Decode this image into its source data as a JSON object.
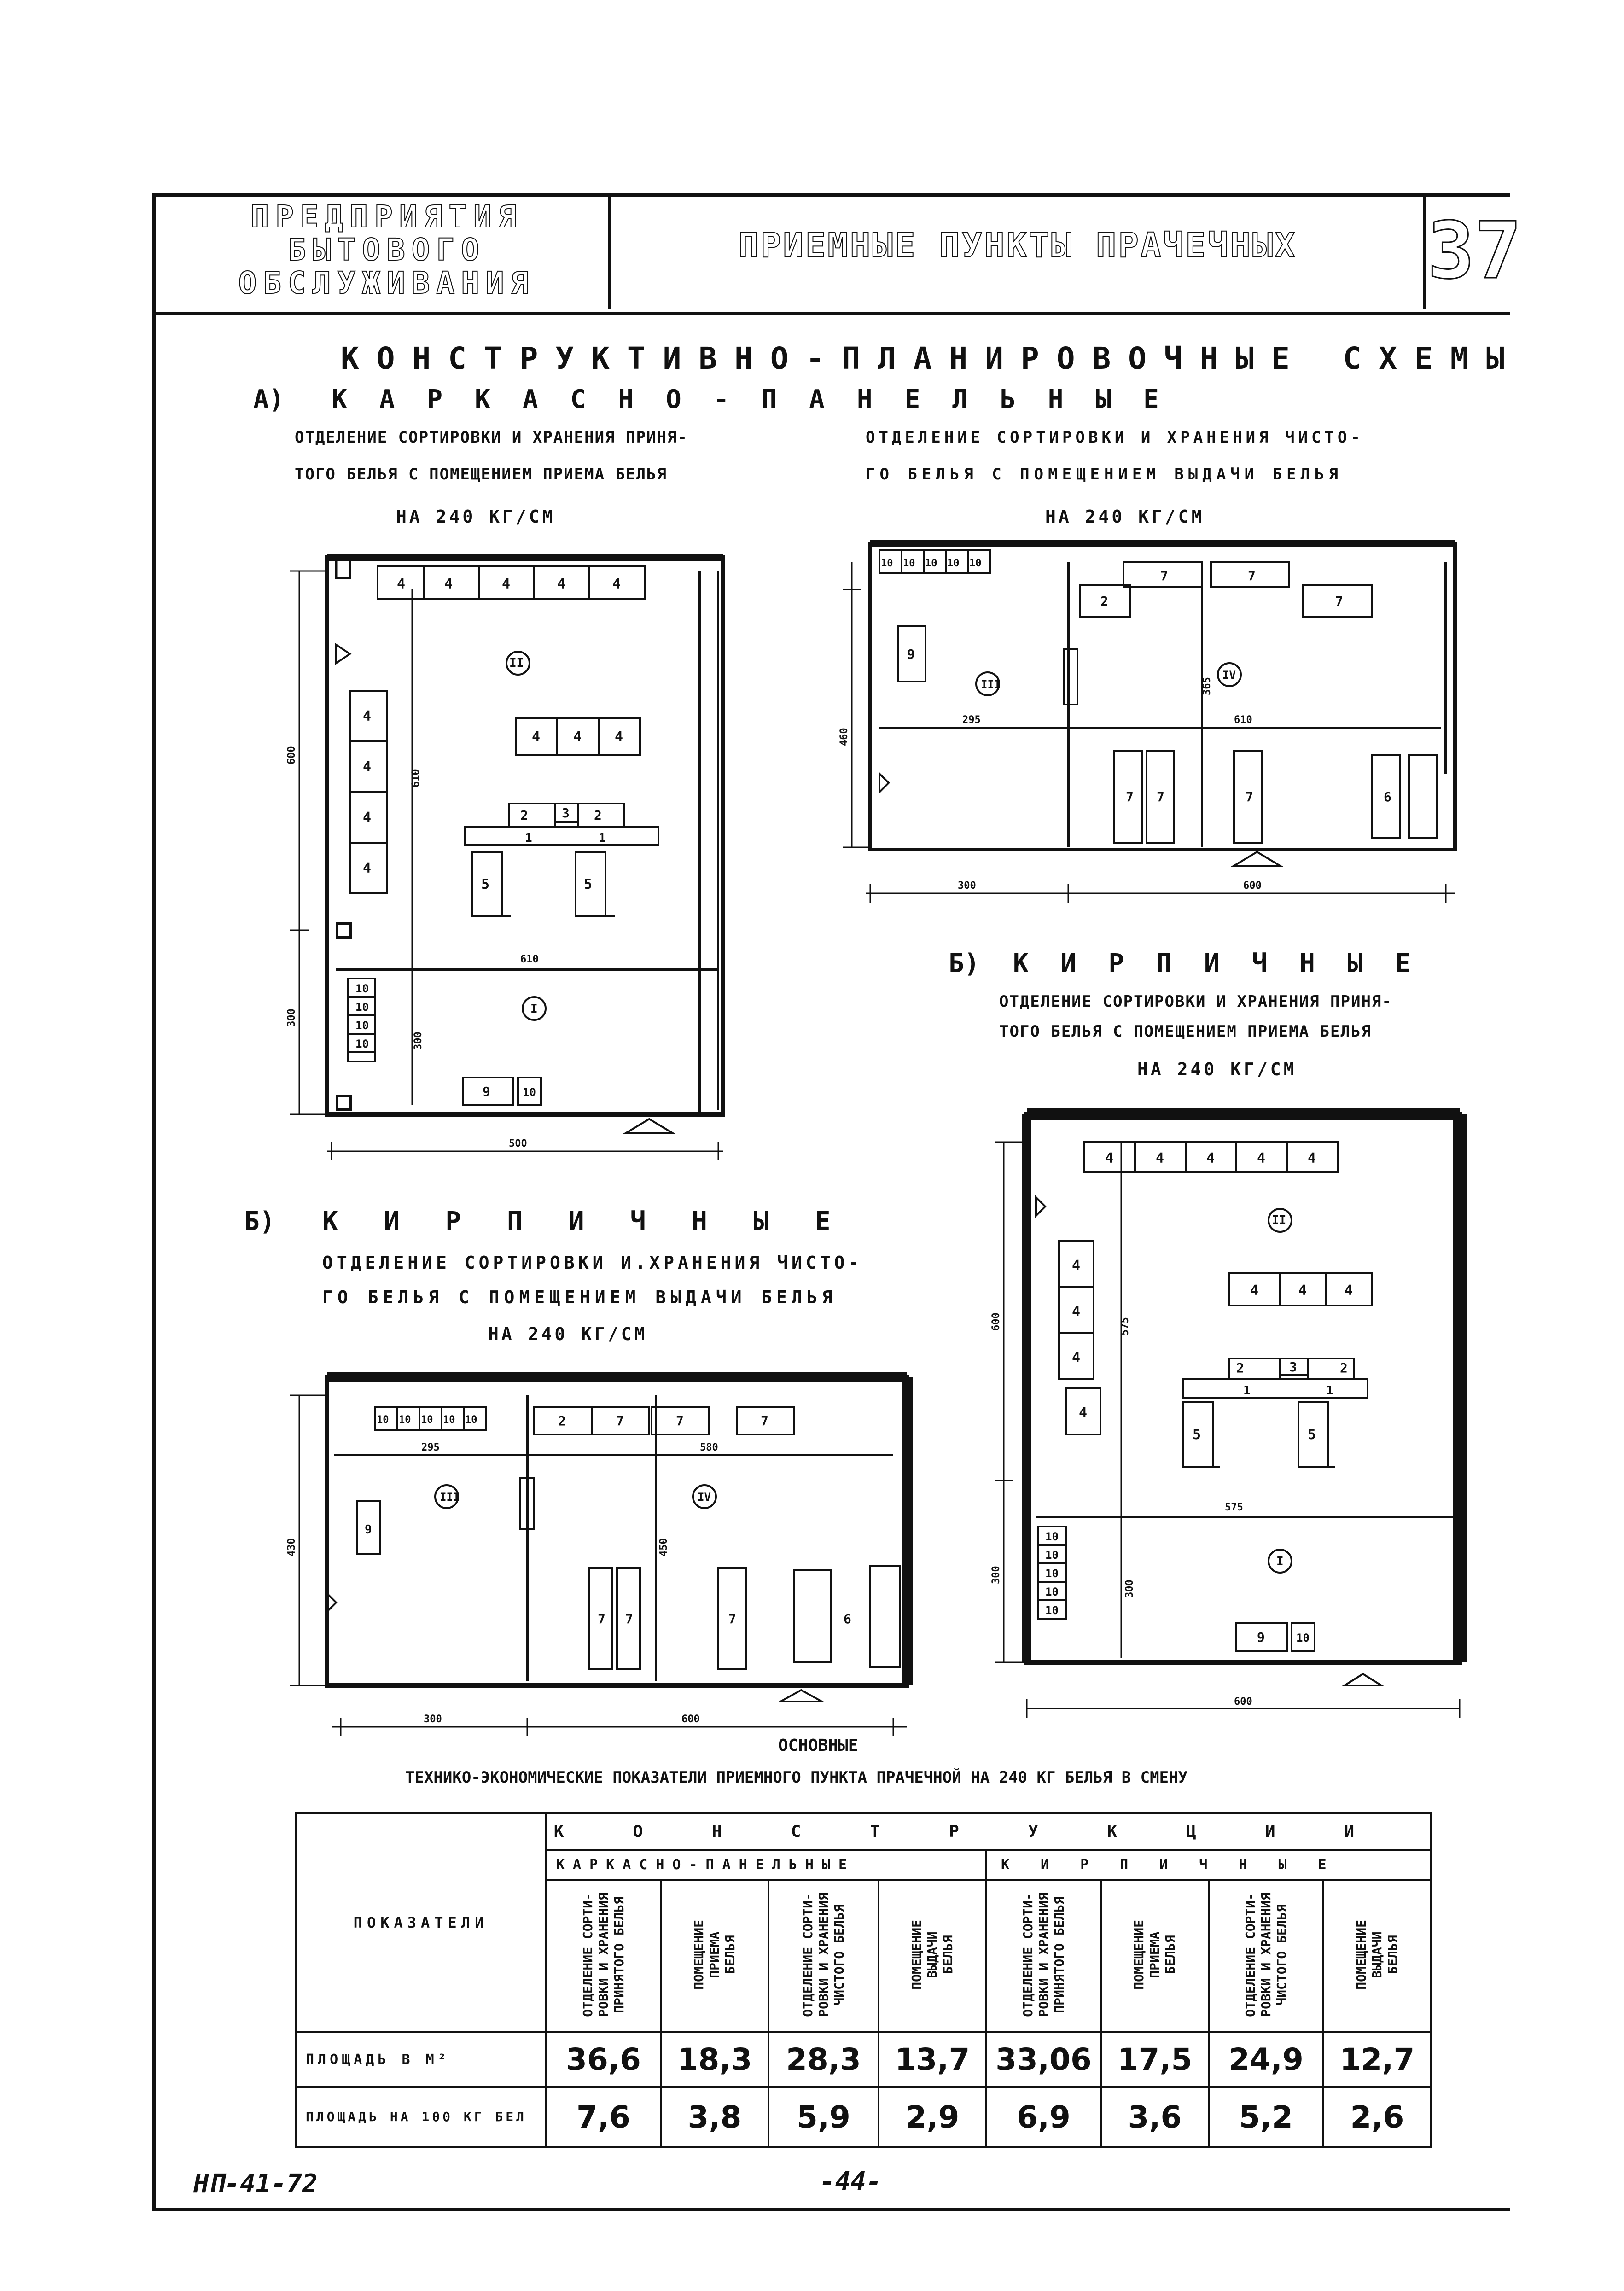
{
  "header": {
    "logo_line1": "ПРЕДПРИЯТИЯ",
    "logo_line2": "БЫТОВОГО",
    "logo_line3": "ОБСЛУЖИВАНИЯ",
    "title": "ПРИЕМНЫЕ ПУНКТЫ ПРАЧЕЧНЫХ",
    "page_number": "37"
  },
  "main_title": "КОНСТРУКТИВНО-ПЛАНИРОВОЧНЫЕ СХЕМЫ",
  "section_a": {
    "label": "А)",
    "title": "КАРКАСНО-ПАНЕЛЬНЫЕ",
    "plan1_caption_l1": "ОТДЕЛЕНИЕ СОРТИРОВКИ И ХРАНЕНИЯ ПРИНЯ-",
    "plan1_caption_l2": "ТОГО БЕЛЬЯ С ПОМЕЩЕНИЕМ ПРИЕМА БЕЛЬЯ",
    "plan1_capacity": "НА 240 КГ/СМ",
    "plan2_caption_l1": "ОТДЕЛЕНИЕ СОРТИРОВКИ И ХРАНЕНИЯ ЧИСТО-",
    "plan2_caption_l2": "ГО БЕЛЬЯ С ПОМЕЩЕНИЕМ ВЫДАЧИ БЕЛЬЯ",
    "plan2_capacity": "НА 240 КГ/СМ"
  },
  "section_b_right": {
    "label": "Б)",
    "title": "КИРПИЧНЫЕ",
    "caption_l1": "ОТДЕЛЕНИЕ СОРТИРОВКИ И ХРАНЕНИЯ ПРИНЯ-",
    "caption_l2": "ТОГО БЕЛЬЯ С ПОМЕЩЕНИЕМ ПРИЕМА БЕЛЬЯ",
    "capacity": "НА 240 КГ/СМ"
  },
  "section_b_left": {
    "label": "Б)",
    "title": "КИРПИЧНЫЕ",
    "caption_l1": "ОТДЕЛЕНИЕ СОРТИРОВКИ И.ХРАНЕНИЯ ЧИСТО-",
    "caption_l2": "ГО БЕЛЬЯ С ПОМЕЩЕНИЕМ ВЫДАЧИ БЕЛЬЯ",
    "capacity": "НА 240 КГ/СМ"
  },
  "plan_a1": {
    "dims": {
      "total_h": "600",
      "upper_h": "610",
      "lower_h": "300",
      "lower_inner": "300",
      "width": "500",
      "room_w": "610"
    },
    "rooms": {
      "upper": "II",
      "lower": "I"
    },
    "items": {
      "shelf": "4",
      "table1": "1",
      "table2": "2",
      "table3": "3",
      "cabinet": "5",
      "rack": "10",
      "desk": "9"
    }
  },
  "plan_a2": {
    "dims": {
      "height": "460",
      "left_w": "295",
      "right_w": "610",
      "mid_h": "365",
      "bottom_left": "300",
      "bottom_right": "600"
    },
    "rooms": {
      "left": "III",
      "right": "IV"
    },
    "items": {
      "rack": "10",
      "desk2": "2",
      "shelf7": "7",
      "desk9": "9",
      "unit6": "6"
    }
  },
  "plan_b1": {
    "dims": {
      "height": "430",
      "left_w": "295",
      "right_w": "580",
      "inner_h": "450",
      "bottom_left": "300",
      "bottom_right": "600"
    },
    "rooms": {
      "left": "III",
      "right": "IV"
    },
    "items": {
      "rack": "10",
      "desk2": "2",
      "shelf7": "7",
      "desk9": "9",
      "unit6": "6"
    }
  },
  "plan_b2": {
    "dims": {
      "upper_h": "600",
      "upper_inner": "575",
      "lower_h": "300",
      "lower_inner": "300",
      "width": "600",
      "room_w": "575"
    },
    "rooms": {
      "upper": "II",
      "lower": "I"
    },
    "items": {
      "shelf": "4",
      "table1": "1",
      "table2": "2",
      "table3": "3",
      "cabinet": "5",
      "rack": "10",
      "desk": "9"
    }
  },
  "table": {
    "title_l1": "ОСНОВНЫЕ",
    "title_l2": "ТЕХНИКО-ЭКОНОМИЧЕСКИЕ ПОКАЗАТЕЛИ ПРИЕМНОГО ПУНКТА ПРАЧЕЧНОЙ НА 240 КГ БЕЛЬЯ В СМЕНУ",
    "row_header": "ПОКАЗАТЕЛИ",
    "group_header": "КОНСТРУКЦИИ",
    "sub1": "КАРКАСНО-ПАНЕЛЬНЫЕ",
    "sub2": "КИРПИЧНЫЕ",
    "columns": [
      "ОТДЕЛЕНИЕ СОРТИ-\nРОВКИ И ХРАНЕНИЯ\nПРИНЯТОГО БЕЛЬЯ",
      "ПОМЕЩЕНИЕ\nПРИЕМА\nБЕЛЬЯ",
      "ОТДЕЛЕНИЕ СОРТИ-\nРОВКИ И ХРАНЕНИЯ\nЧИСТОГО БЕЛЬЯ",
      "ПОМЕЩЕНИЕ\nВЫДАЧИ\nБЕЛЬЯ",
      "ОТДЕЛЕНИЕ СОРТИ-\nРОВКИ И ХРАНЕНИЯ\nПРИНЯТОГО БЕЛЬЯ",
      "ПОМЕЩЕНИЕ\nПРИЕМА\nБЕЛЬЯ",
      "ОТДЕЛЕНИЕ СОРТИ-\nРОВКИ И ХРАНЕНИЯ\nЧИСТОГО БЕЛЬЯ",
      "ПОМЕЩЕНИЕ\nВЫДАЧИ\nБЕЛЬЯ"
    ],
    "rows": [
      {
        "label": "ПЛОЩАДЬ В М²",
        "values": [
          "36,6",
          "18,3",
          "28,3",
          "13,7",
          "33,06",
          "17,5",
          "24,9",
          "12,7"
        ]
      },
      {
        "label": "ПЛОЩАДЬ НА 100 КГ БЕЛ",
        "values": [
          "7,6",
          "3,8",
          "5,9",
          "2,9",
          "6,9",
          "3,6",
          "5,2",
          "2,6"
        ]
      }
    ]
  },
  "footer": {
    "code": "НП-41-72",
    "page": "-44-"
  }
}
